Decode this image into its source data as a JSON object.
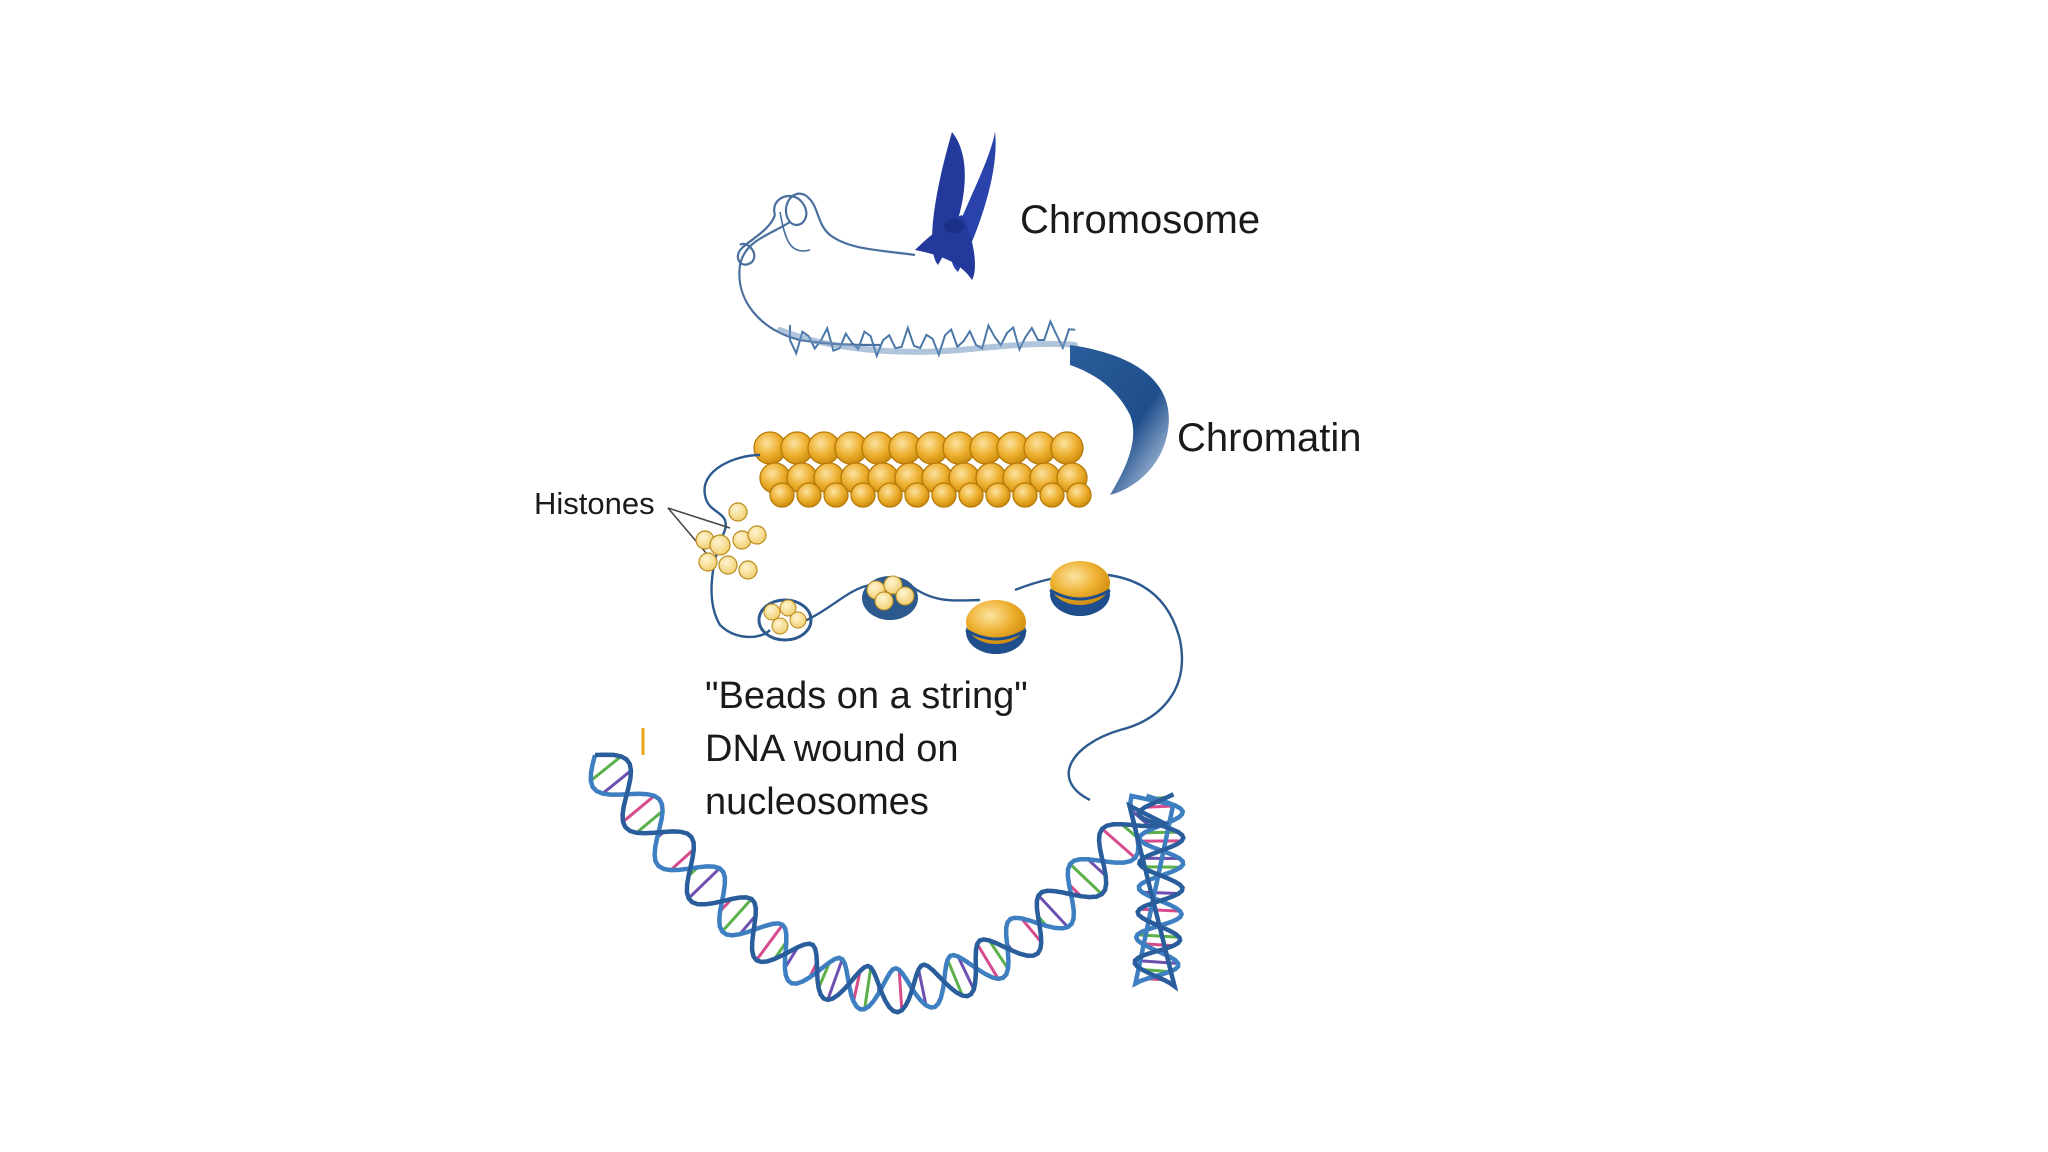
{
  "diagram": {
    "labels": {
      "chromosome": "Chromosome",
      "chromatin": "Chromatin",
      "histones": "Histones",
      "beads_line1": "\"Beads on a string\"",
      "beads_line2": "DNA wound on",
      "beads_line3": "nucleosomes"
    },
    "colors": {
      "chromosome": "#233a9c",
      "strand": "#2d5a8e",
      "fiber_dark": "#1f4e8c",
      "histone_gold": "#e9a514",
      "histone_light": "#f6d37a",
      "helix_blue": "#3d7fc1",
      "base_pink": "#d64b8c",
      "base_green": "#5bb04a",
      "base_purple": "#6d4fb0"
    },
    "icons": {
      "chromosome": "x-chromosome-shape",
      "histone_bead": "nucleosome-bead",
      "dna": "double-helix"
    }
  }
}
